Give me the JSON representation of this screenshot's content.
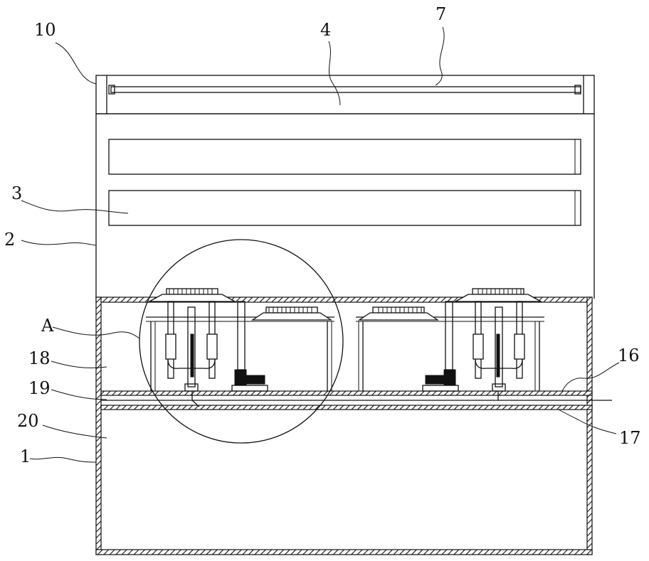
{
  "figure": {
    "labels": {
      "l10": "10",
      "l4": "4",
      "l7": "7",
      "l3": "3",
      "l2": "2",
      "lA": "A",
      "l18": "18",
      "l19": "19",
      "l16": "16",
      "l20": "20",
      "l1": "1",
      "l17": "17"
    }
  },
  "colors": {
    "line": "#111111",
    "background": "#ffffff"
  }
}
